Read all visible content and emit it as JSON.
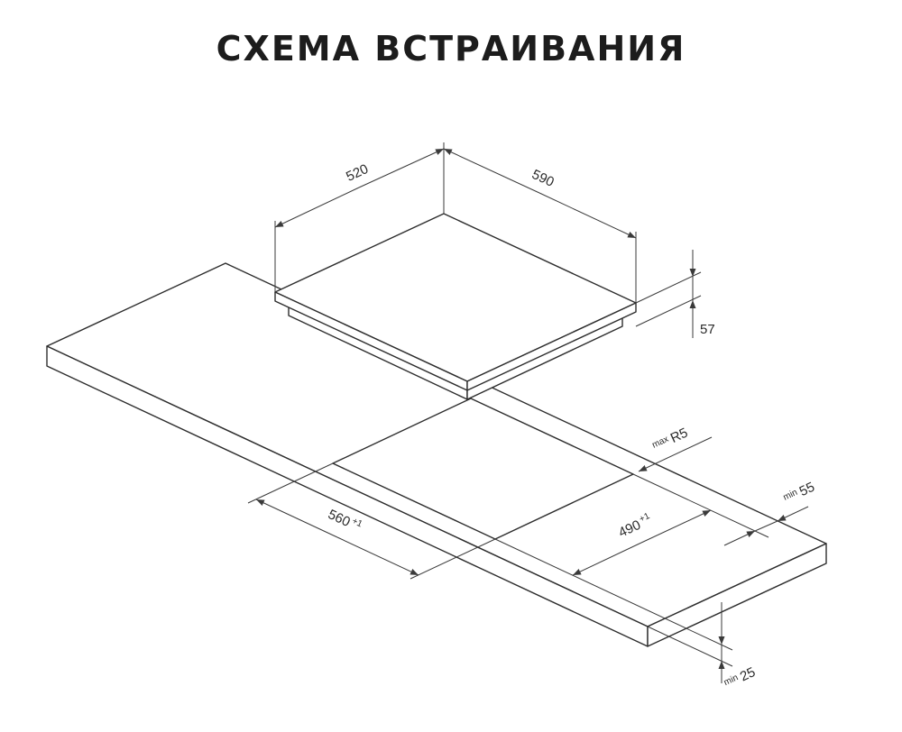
{
  "title": "СХЕМА ВСТРАИВАНИЯ",
  "hob": {
    "width": "590",
    "depth": "520",
    "height": "57"
  },
  "cutout": {
    "width": "560",
    "width_tolerance": "+1",
    "depth": "490",
    "depth_tolerance": "+1",
    "corner_radius_prefix": "max",
    "corner_radius": "R5"
  },
  "clearances": {
    "side_prefix": "min",
    "side": "55",
    "front_prefix": "min",
    "front": "25"
  }
}
